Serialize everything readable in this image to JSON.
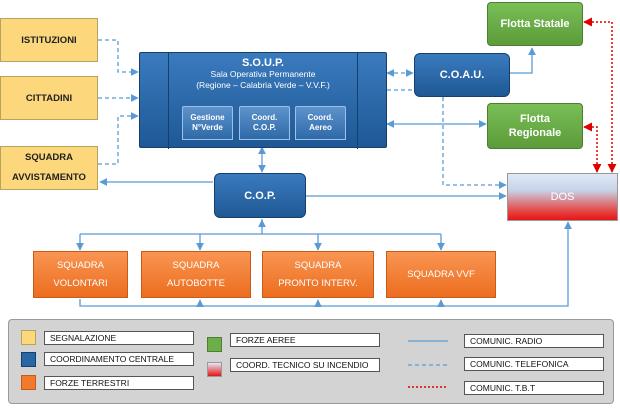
{
  "nodes": {
    "istituzioni": "ISTITUZIONI",
    "cittadini": "CITTADINI",
    "squadra_avv_1": "SQUADRA",
    "squadra_avv_2": "AVVISTAMENTO",
    "soup_title": "S.O.U.P.",
    "soup_sub1": "Sala Operativa Permanente",
    "soup_sub2": "(Regione – Calabria Verde – V.V.F.)",
    "gestione_1": "Gestione",
    "gestione_2": "N°Verde",
    "coord_cop_1": "Coord.",
    "coord_cop_2": "C.O.P.",
    "coord_aereo_1": "Coord.",
    "coord_aereo_2": "Aereo",
    "coau": "C.O.A.U.",
    "flotta_statale": "Flotta Statale",
    "flotta_regionale_1": "Flotta",
    "flotta_regionale_2": "Regionale",
    "cop": "C.O.P.",
    "dos": "DOS",
    "sq_volontari_1": "SQUADRA",
    "sq_volontari_2": "VOLONTARI",
    "sq_autobotte_1": "SQUADRA",
    "sq_autobotte_2": "AUTOBOTTE",
    "sq_pronto_1": "SQUADRA",
    "sq_pronto_2": "PRONTO INTERV.",
    "sq_vvf": "SQUADRA VVF"
  },
  "legend": {
    "segnalazione": "SEGNALAZIONE",
    "coordinamento": "COORDINAMENTO CENTRALE",
    "forze_terrestri": "FORZE TERRESTRI",
    "forze_aeree": "FORZE AEREE",
    "coord_tecnico": "COORD. TECNICO SU INCENDIO",
    "radio": "COMUNIC. RADIO",
    "telefonica": "COMUNIC. TELEFONICA",
    "tbt": "COMUNIC. T.B.T"
  },
  "colors": {
    "yellow": "#fdd77b",
    "blue": "#2866a6",
    "green": "#6cae49",
    "orange": "#f07a2e",
    "line_blue": "#5b9bd5",
    "tbt_red": "#e00000"
  }
}
